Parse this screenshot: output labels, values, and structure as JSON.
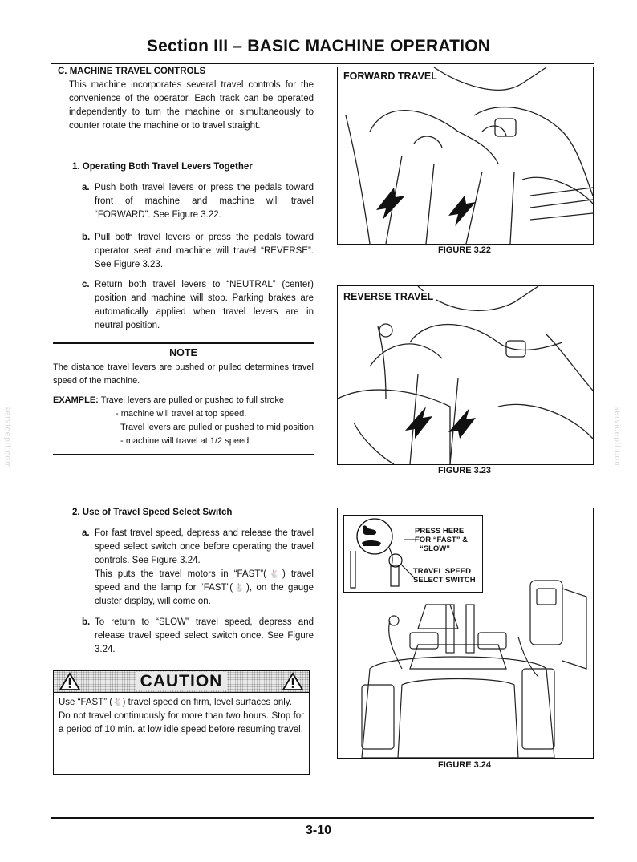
{
  "header": {
    "title": "Section III – BASIC MACHINE OPERATION"
  },
  "section_c": {
    "heading": "C. MACHINE TRAVEL CONTROLS",
    "intro": "This machine incorporates several travel controls for the convenience of the operator. Each track can be operated independently to turn the machine or simultaneously to counter rotate the machine or to travel straight."
  },
  "sub1": {
    "heading": "1. Operating Both Travel Levers Together",
    "items": [
      {
        "marker": "a.",
        "text": "Push both travel levers or press the pedals toward front of machine and machine will travel “FORWARD”. See Figure 3.22."
      },
      {
        "marker": "b.",
        "text": "Pull both travel levers or press the pedals toward operator seat and machine will travel “REVERSE”. See Figure 3.23."
      },
      {
        "marker": "c.",
        "text": "Return both travel levers to “NEUTRAL” (center) position and machine will stop. Parking brakes are automatically applied when travel levers are in neutral position."
      }
    ]
  },
  "note": {
    "title": "NOTE",
    "text": "The distance travel levers are pushed or pulled determines travel speed of the machine.",
    "example_label": "EXAMPLE:",
    "example_line1": "Travel levers are pulled or pushed to full stroke",
    "example_line2": "- machine will travel at top speed.",
    "example_line3": "Travel levers are pulled or pushed to mid position - machine will travel at 1/2 speed."
  },
  "sub2": {
    "heading": "2. Use of Travel Speed Select Switch",
    "items": [
      {
        "marker": "a.",
        "text": "For fast travel speed, depress and release the travel speed select switch once before operating the travel controls. See Figure 3.24.",
        "text2a": "This puts the travel motors in “FAST”(",
        "text2b": ") travel speed and the lamp for “FAST”(",
        "text2c": "), on the gauge cluster display, will come on."
      },
      {
        "marker": "b.",
        "text": "To return to “SLOW” travel speed, depress and release travel speed select switch once. See Figure 3.24."
      }
    ]
  },
  "caution": {
    "word": "CAUTION",
    "line1a": "Use “FAST” (",
    "line1b": ") travel speed on firm, level surfaces only.",
    "line2": "Do not travel continuously for more than two hours. Stop for a period of 10 min. at low idle speed before resuming travel."
  },
  "figures": {
    "fig22": {
      "label": "FORWARD TRAVEL",
      "caption": "FIGURE 3.22"
    },
    "fig23": {
      "label": "REVERSE TRAVEL",
      "caption": "FIGURE 3.23"
    },
    "fig24": {
      "callout1": "PRESS HERE",
      "callout2": "FOR “FAST” &",
      "callout3": "“SLOW”",
      "callout4": "TRAVEL SPEED",
      "callout5": "SELECT SWITCH",
      "caption": "FIGURE 3.24"
    }
  },
  "watermark": "serviceplf.com",
  "footer": {
    "page_number": "3-10"
  },
  "icons": {
    "rabbit": "rabbit-icon",
    "warning": "warning-triangle-icon"
  }
}
